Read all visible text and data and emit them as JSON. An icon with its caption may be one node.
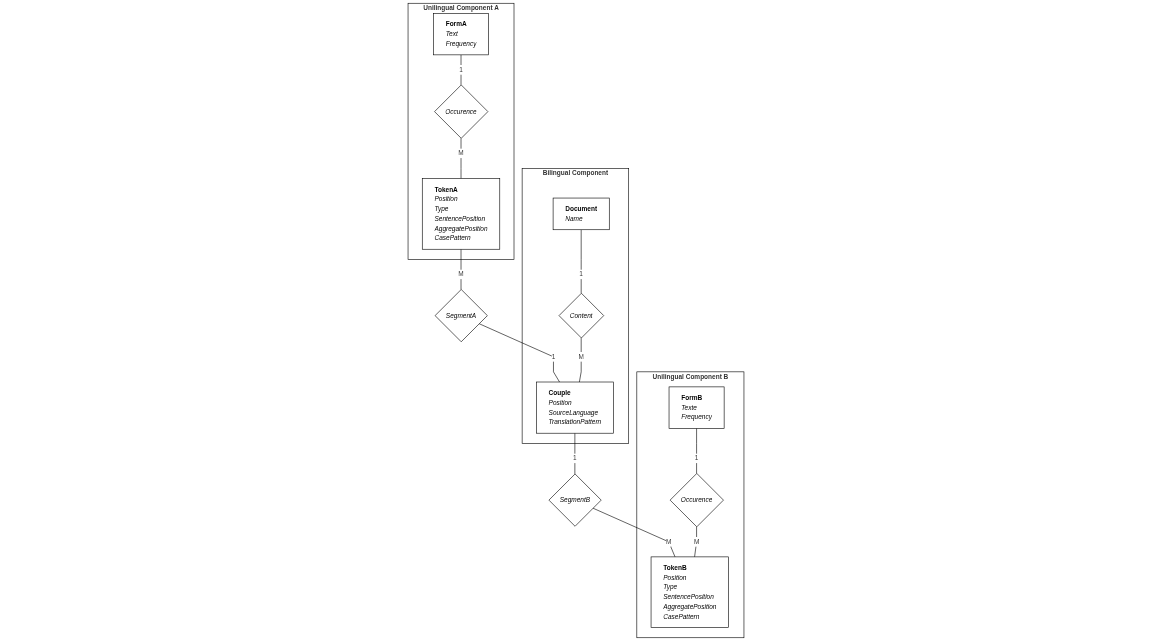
{
  "diagram": {
    "nodes": [
      {
        "text": [
          "Unilingual Component A"
        ]
      },
      {
        "text": [
          "FormA",
          "Text",
          "Frequency"
        ],
        "in": 0
      },
      {
        "text": [
          "Occurence"
        ],
        "in": 0
      },
      {
        "text": [
          "TokenA",
          "Position",
          "Type",
          "SentencePosition",
          "AggregatePosition",
          "CasePattern"
        ],
        "in": 0
      },
      {
        "text": [
          "Bilingual Component"
        ]
      },
      {
        "text": [
          "Document",
          "Name"
        ],
        "in": 4
      },
      {
        "text": [
          "Content"
        ],
        "in": 4
      },
      {
        "text": [
          "Couple",
          "Position",
          "SourceLanguage",
          "TranslationPattern"
        ],
        "in": 4
      },
      {
        "text": [
          "Unilingual Component B"
        ]
      },
      {
        "text": [
          "FormB",
          "Texte",
          "Frequency"
        ],
        "in": 8
      },
      {
        "text": [
          "Occurence"
        ],
        "in": 8
      },
      {
        "text": [
          "TokenB",
          "Position",
          "Type",
          "SentencePosition",
          "AggregatePosition",
          "CasePattern"
        ],
        "in": 8
      },
      {
        "text": [
          "SegmentA"
        ]
      },
      {
        "text": [
          "SegmentB"
        ]
      }
    ],
    "edges": [
      {
        "from": 1,
        "to": 2,
        "arrow": "none",
        "label": "1"
      },
      {
        "from": 2,
        "to": 3,
        "arrow": "none",
        "label": "M"
      },
      {
        "from": 3,
        "to": 12,
        "arrow": "none",
        "label": "M"
      },
      {
        "from": 12,
        "to": 7,
        "arrow": "none",
        "label": "1"
      },
      {
        "from": 5,
        "to": 6,
        "arrow": "none",
        "label": "1"
      },
      {
        "from": 6,
        "to": 7,
        "arrow": "none",
        "label": "M"
      },
      {
        "from": 7,
        "to": 13,
        "arrow": "none",
        "label": "1"
      },
      {
        "from": 13,
        "to": 11,
        "arrow": "none",
        "label": "M"
      },
      {
        "from": 9,
        "to": 10,
        "arrow": "none",
        "label": "1"
      },
      {
        "from": 10,
        "to": 11,
        "arrow": "none",
        "label": "M"
      }
    ]
  }
}
